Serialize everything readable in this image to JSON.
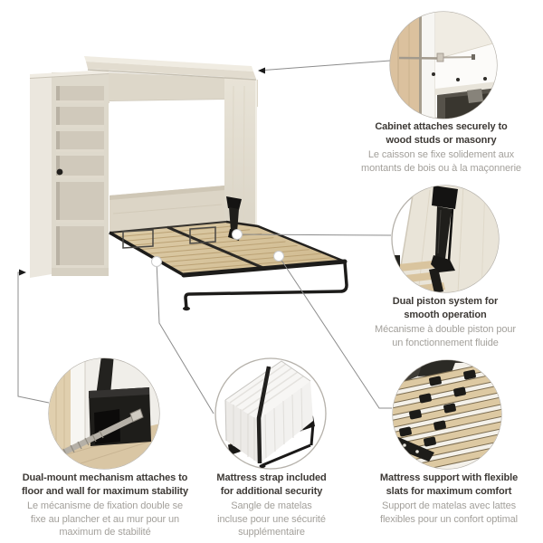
{
  "graphics": {
    "main_scene": "murphy-bed-open-with-side-shelving-unit",
    "details": [
      "cabinet-wall-anchor-detail",
      "piston-mechanism-detail",
      "floor-wall-mount-detail",
      "mattress-strap-detail",
      "flexible-slats-detail"
    ]
  },
  "colors": {
    "background": "#ffffff",
    "text_english": "#3d3935",
    "text_french": "#a3a09b",
    "callout_line": "#8c8c8c",
    "circle_border": "#b5b1aa",
    "cabinet_wood": "#ddd7c9",
    "side_panel": "#ebe7de",
    "bed_slats": "#d8c6a0",
    "metal_frame": "#1d1c1a"
  },
  "callouts": {
    "cabinet": {
      "en1": "Cabinet attaches securely to",
      "en2": "wood studs or masonry",
      "fr1": "Le caisson se fixe solidement aux",
      "fr2": "montants de bois ou à la maçonnerie"
    },
    "piston": {
      "en1": "Dual piston system for",
      "en2": "smooth operation",
      "fr1": "Mécanisme à double piston pour",
      "fr2": "un fonctionnement fluide"
    },
    "mount": {
      "en1": "Dual-mount mechanism attaches to",
      "en2": "floor and wall for maximum stability",
      "fr1": "Le mécanisme de fixation double se",
      "fr2": "fixe au plancher et au mur pour un",
      "fr3": "maximum de stabilité"
    },
    "strap": {
      "en1": "Mattress strap included",
      "en2": "for additional security",
      "fr1": "Sangle de matelas",
      "fr2": "incluse pour une sécurité",
      "fr3": "supplémentaire"
    },
    "slats": {
      "en1": "Mattress support with flexible",
      "en2": "slats for maximum comfort",
      "fr1": "Support de matelas avec lattes",
      "fr2": "flexibles pour un confort optimal"
    }
  }
}
